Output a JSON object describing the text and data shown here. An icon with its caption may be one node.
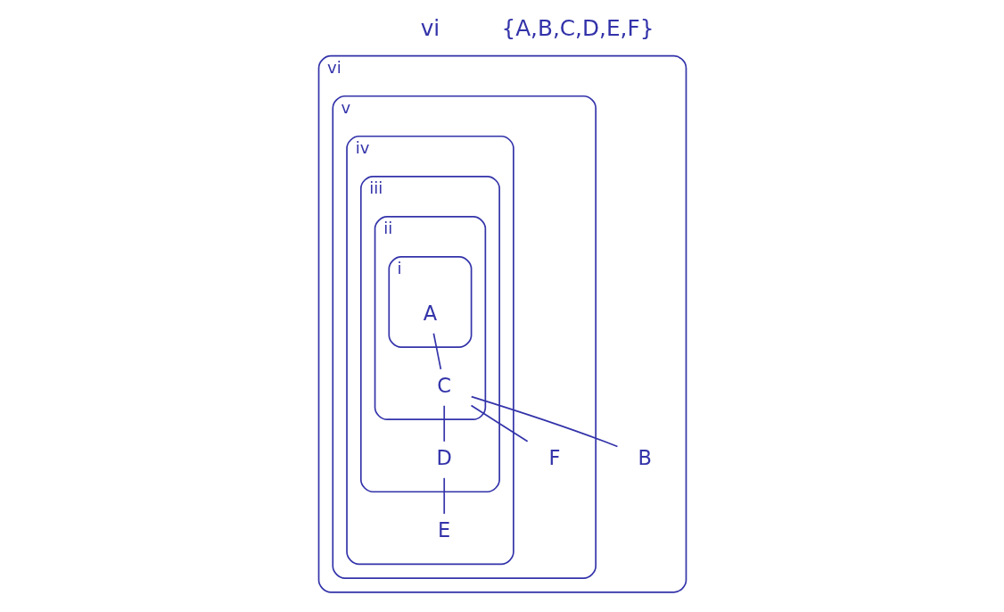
{
  "diagram": {
    "nodes": [
      {
        "text": [
          "vi"
        ]
      },
      {
        "text": [
          "v"
        ],
        "in": 0
      },
      {
        "text": [
          "iv"
        ],
        "in": 1
      },
      {
        "text": [
          "iii"
        ],
        "in": 2
      },
      {
        "text": [
          "ii"
        ],
        "in": 3
      },
      {
        "text": [
          "i"
        ],
        "in": 4
      },
      {
        "text": [
          "A"
        ],
        "in": 5
      },
      {
        "text": [
          "C"
        ],
        "in": 4
      },
      {
        "text": [
          "D"
        ],
        "in": 3
      },
      {
        "text": [
          "E"
        ],
        "in": 2
      },
      {
        "text": [
          "F"
        ],
        "in": 1
      },
      {
        "text": [
          "B"
        ],
        "in": 0
      }
    ],
    "edges": [
      {
        "from": 6,
        "to": 7,
        "arrow": "none"
      },
      {
        "from": 7,
        "to": 10,
        "arrow": "none"
      },
      {
        "from": 7,
        "to": 8,
        "arrow": "none"
      },
      {
        "from": 8,
        "to": 9,
        "arrow": "none"
      },
      {
        "from": 7,
        "to": 11,
        "arrow": "none"
      }
    ],
    "labels": [
      "vi",
      "{A,B,C,D,E,F}"
    ]
  }
}
